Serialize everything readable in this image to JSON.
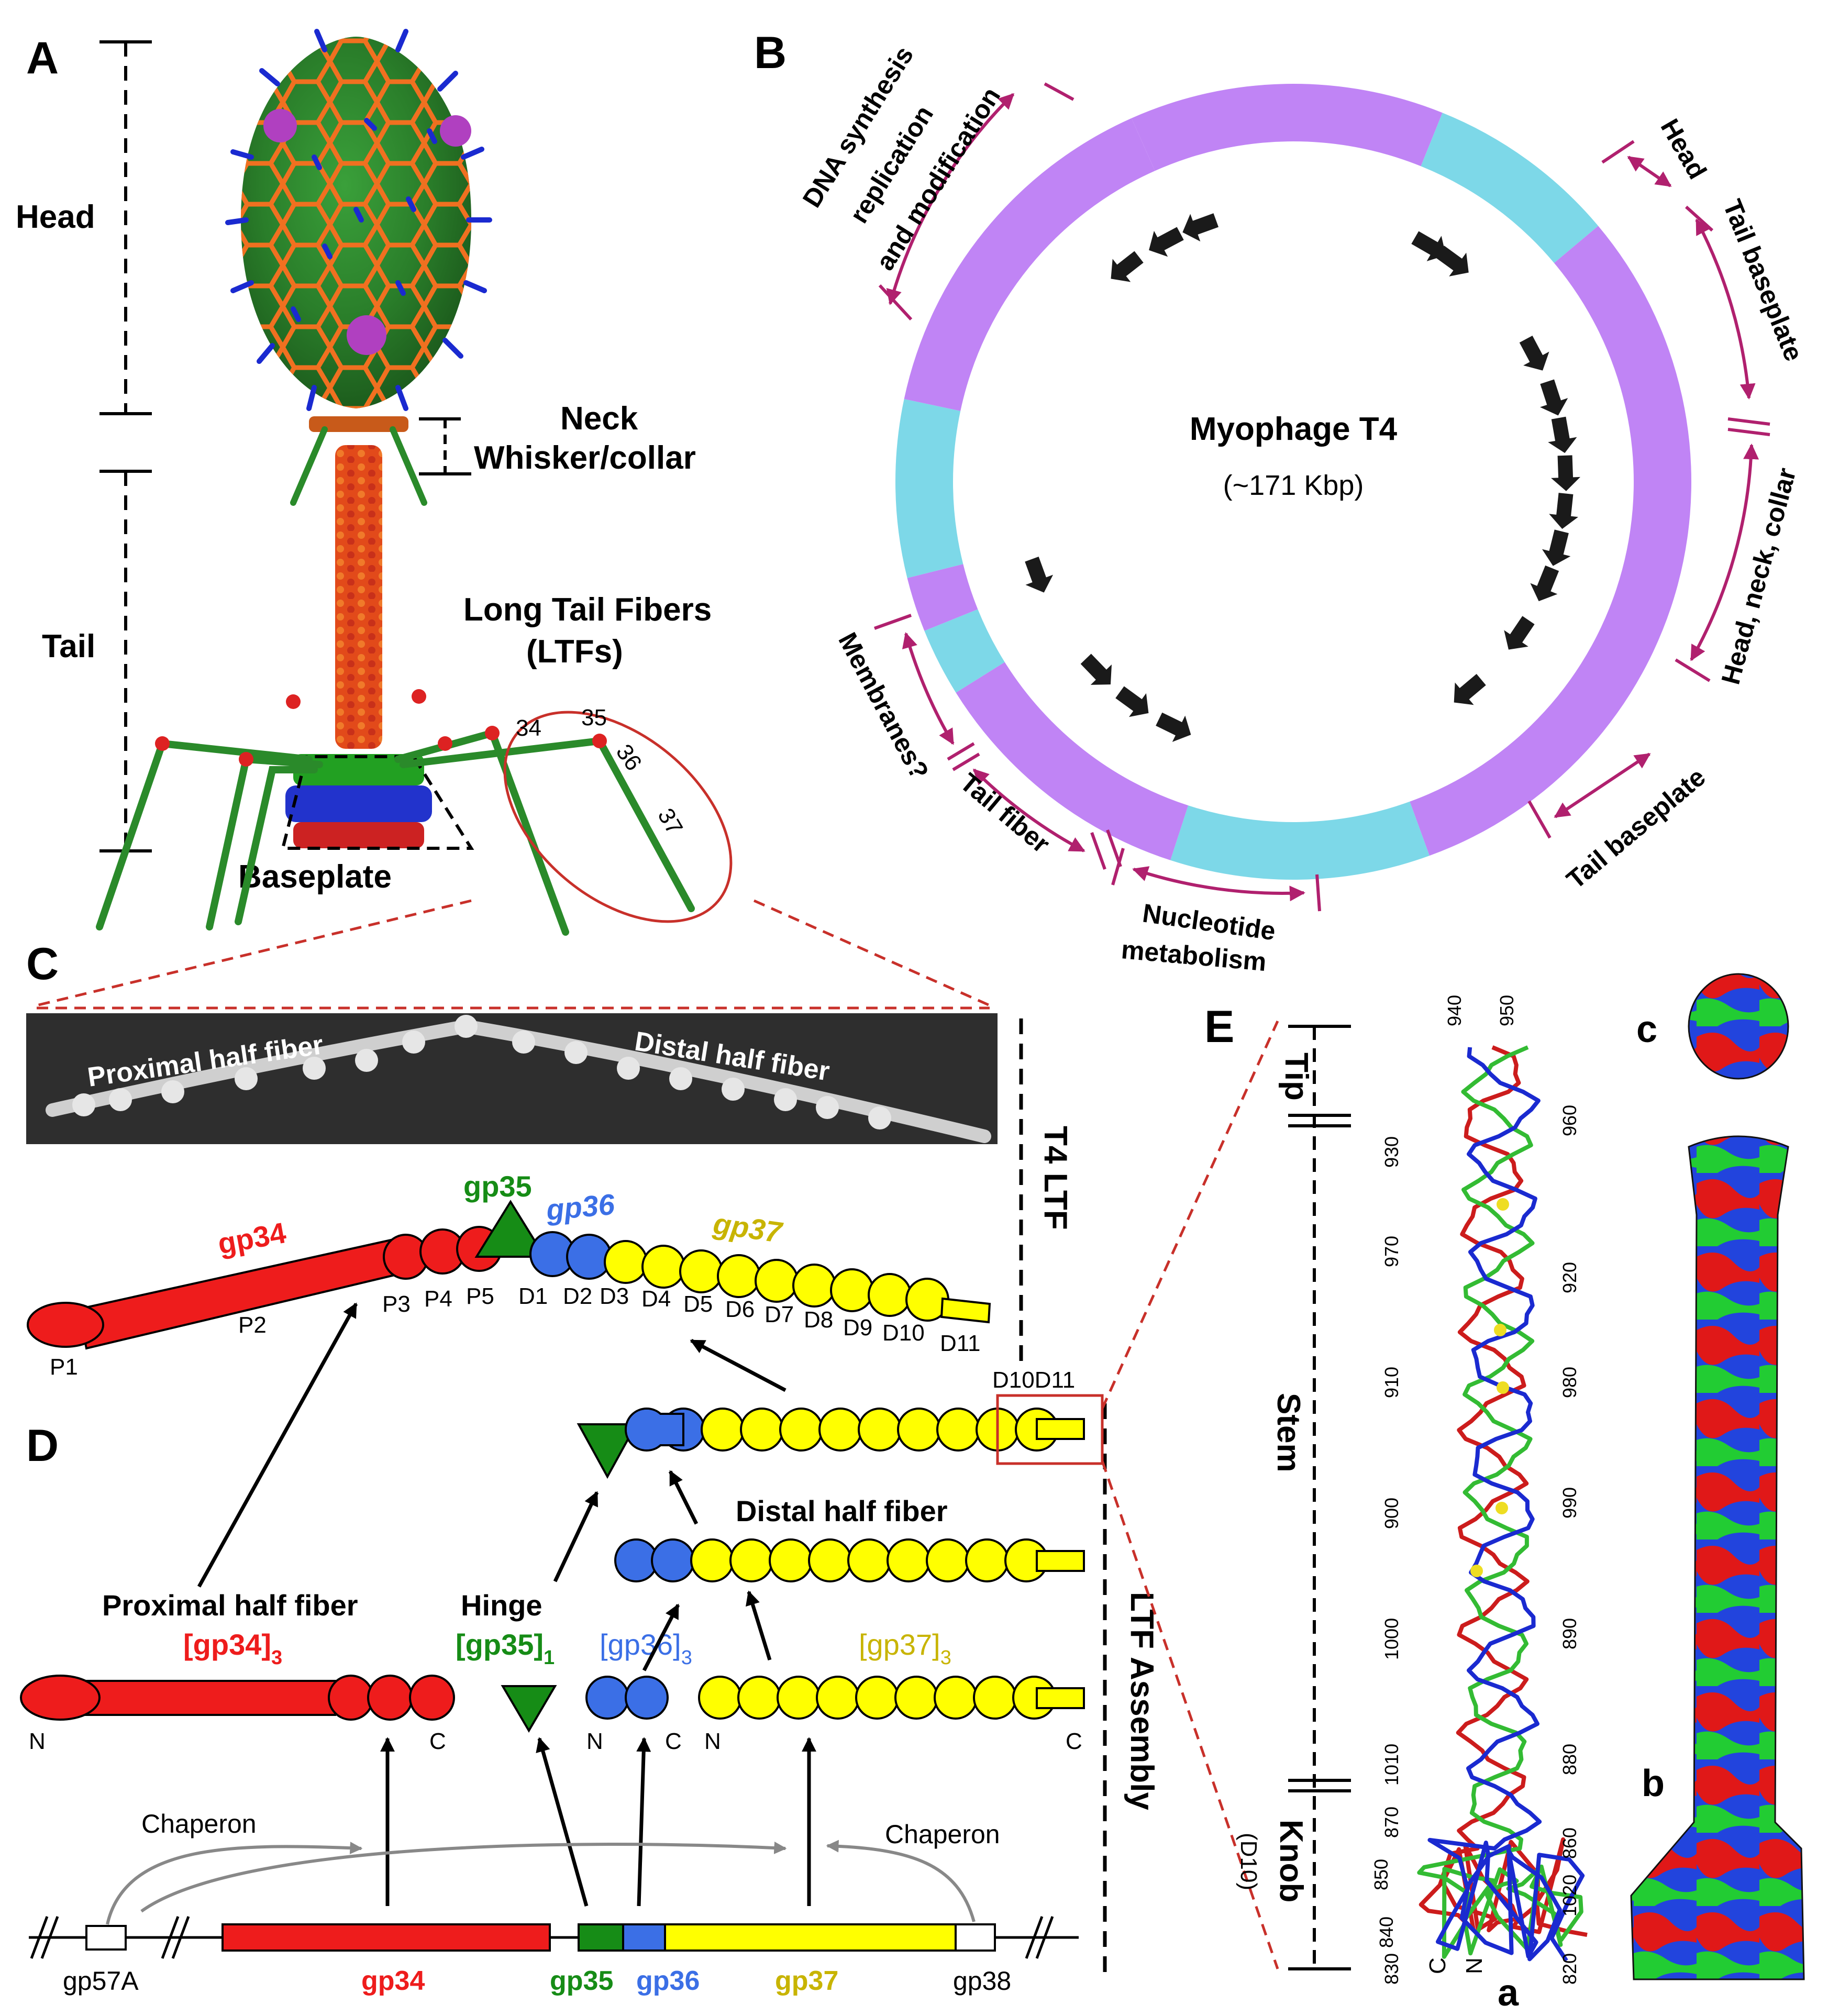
{
  "panels": {
    "A": "A",
    "B": "B",
    "C": "C",
    "D": "D",
    "E": "E"
  },
  "panelA": {
    "head": "Head",
    "neck": "Neck",
    "whisker": "Whisker/collar",
    "tail": "Tail",
    "ltf_line1": "Long Tail Fibers",
    "ltf_line2": "(LTFs)",
    "baseplate": "Baseplate",
    "fiber_nums": [
      "34",
      "35",
      "36",
      "37"
    ]
  },
  "panelB": {
    "center_title": "Myophage T4",
    "center_sub": "(~171 Kbp)",
    "dna_line1": "DNA synthesis",
    "dna_line2": "replication",
    "dna_line3": "and modification",
    "head": "Head",
    "tail_baseplate_1": "Tail baseplate",
    "head_neck_collar": "Head, neck, collar",
    "tail_baseplate_2": "Tail baseplate",
    "nucleotide_1": "Nucleotide",
    "nucleotide_2": "metabolism",
    "tail_fiber": "Tail fiber",
    "membranes": "Membranes?",
    "colors": {
      "purple": "#c084f5",
      "cyan": "#7dd8e8",
      "arrow": "#b0206e"
    }
  },
  "panelC": {
    "proximal": "Proximal half fiber",
    "distal": "Distal half fiber",
    "t4ltf": "T4 LTF",
    "gp34": "gp34",
    "gp35": "gp35",
    "gp36": "gp36",
    "gp37": "gp37",
    "domains": [
      "P1",
      "P2",
      "P3",
      "P4",
      "P5",
      "D1",
      "D2",
      "D3",
      "D4",
      "D5",
      "D6",
      "D7",
      "D8",
      "D9",
      "D10",
      "D11"
    ],
    "d10d11": "D10D11"
  },
  "panelD": {
    "proximal": "Proximal half fiber",
    "hinge": "Hinge",
    "distal": "Distal half fiber",
    "gp34_3": "[gp34]",
    "gp35_1": "[gp35]",
    "gp36_3": "[gp36]",
    "gp37_3": "[gp37]",
    "sub3": "3",
    "sub1": "1",
    "n": "N",
    "c": "C",
    "chaperon": "Chaperon",
    "gp57a": "gp57A",
    "gene_gp34": "gp34",
    "gene_gp35": "gp35",
    "gene_gp36": "gp36",
    "gene_gp37": "gp37",
    "gene_gp38": "gp38",
    "ltf_assembly": "LTF Assembly",
    "colors": {
      "red": "#ee1c1c",
      "green": "#168c16",
      "blue": "#3b6fe6",
      "yellow": "#ffff00",
      "yellowText": "#c8b400"
    }
  },
  "panelE": {
    "tip": "Tip",
    "stem": "Stem",
    "knob": "Knob",
    "knob_sub": "(D10)",
    "a": "a",
    "b": "b",
    "c": "c",
    "left_nums": [
      "930",
      "970",
      "910",
      "900",
      "1000",
      "1010",
      "870",
      "850",
      "840",
      "830"
    ],
    "right_nums": [
      "940",
      "950",
      "960",
      "920",
      "980",
      "990",
      "890",
      "880",
      "860",
      "1020",
      "820"
    ],
    "term_c": "C",
    "term_n": "N"
  }
}
